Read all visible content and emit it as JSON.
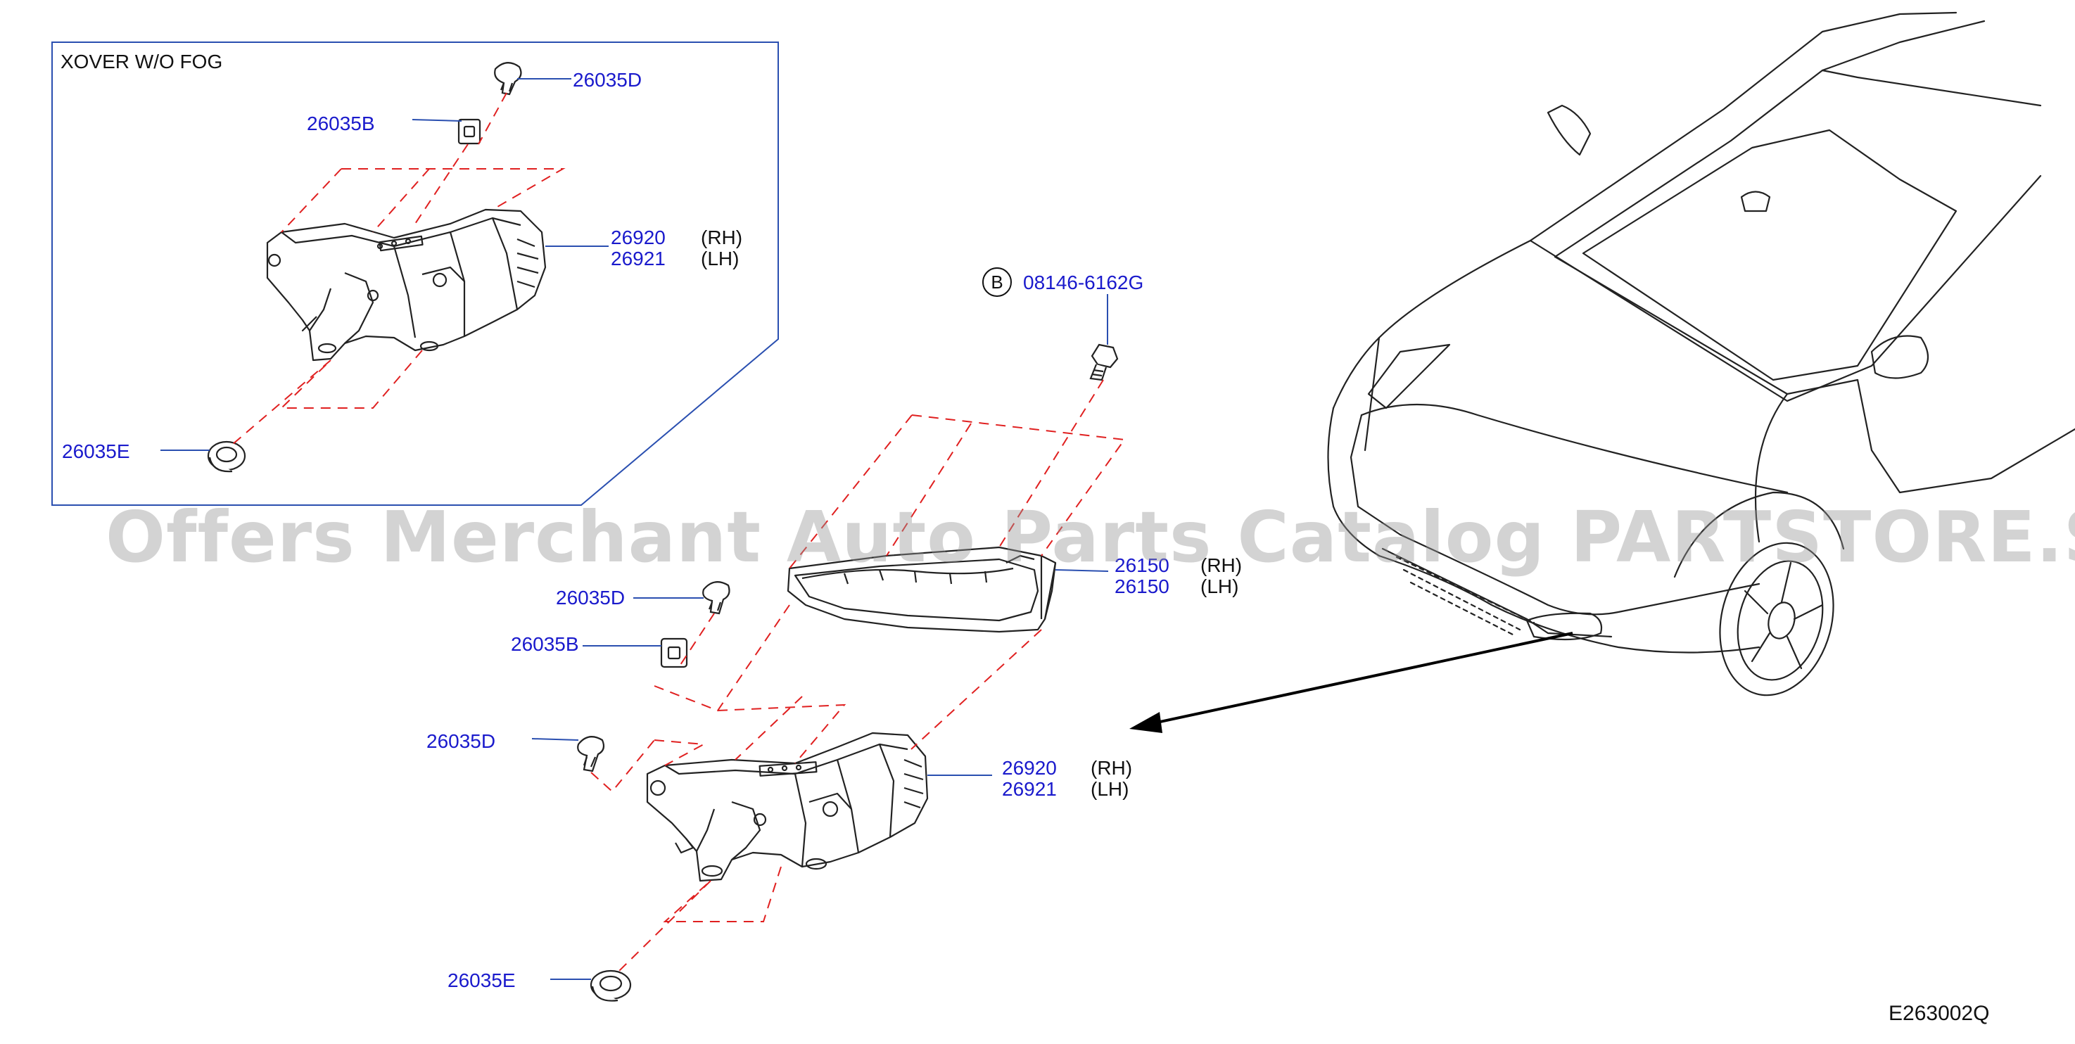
{
  "inset": {
    "title": "XOVER   W/O   FOG",
    "labels": {
      "clip_d": "26035D",
      "clip_b": "26035B",
      "bracket_rh": "26920",
      "bracket_rh_side": "(RH)",
      "bracket_lh": "26921",
      "bracket_lh_side": "(LH)",
      "grommet_e": "26035E"
    }
  },
  "main": {
    "bolt_prefix": "B",
    "bolt": "08146-6162G",
    "lamp_rh": "26150",
    "lamp_rh_side": "(RH)",
    "lamp_lh": "26150",
    "lamp_lh_side": "(LH)",
    "clip_d_upper": "26035D",
    "clip_b": "26035B",
    "clip_d_lower": "26035D",
    "bracket_rh": "26920",
    "bracket_rh_side": "(RH)",
    "bracket_lh": "26921",
    "bracket_lh_side": "(LH)",
    "grommet_e": "26035E"
  },
  "diagram_code": "E263002Q",
  "watermark": "Offers Merchant Auto Parts Catalog PARTSTORE.SA",
  "colors": {
    "callout_text": "#1a1acc",
    "leader_line": "#2a4fb0",
    "dashed_line": "#e02020",
    "drawing_stroke": "#222222",
    "inset_border": "#2a4fb0"
  }
}
